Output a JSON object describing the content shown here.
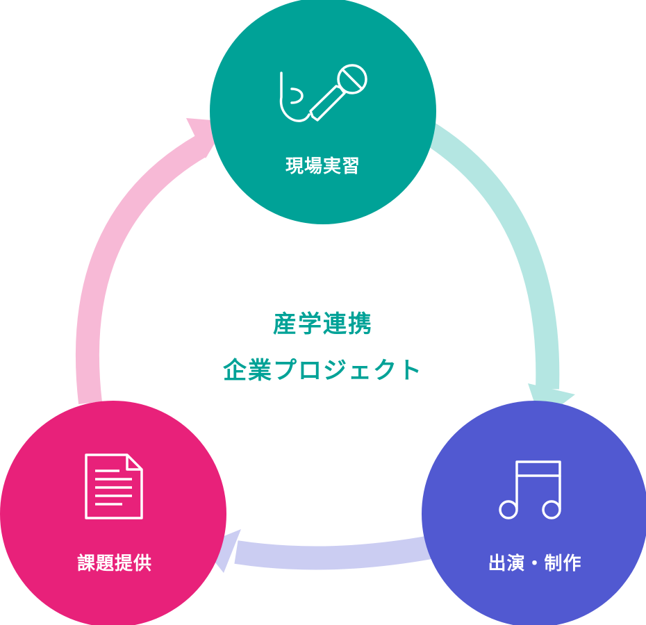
{
  "center": {
    "line1": "産学連携",
    "line2": "企業プロジェクト"
  },
  "nodes": {
    "top": {
      "label": "現場実習",
      "icon": "karaoke-microphone-icon"
    },
    "right": {
      "label": "出演・制作",
      "icon": "music-note-icon"
    },
    "left": {
      "label": "課題提供",
      "icon": "document-icon"
    }
  },
  "colors": {
    "top_node": "#00a297",
    "right_node": "#5159d1",
    "left_node": "#e8217a",
    "arrow_top_to_right": "#b4e6e2",
    "arrow_right_to_left": "#cbcdf2",
    "arrow_left_to_top": "#f7b9d6",
    "center_text": "#00a297"
  }
}
